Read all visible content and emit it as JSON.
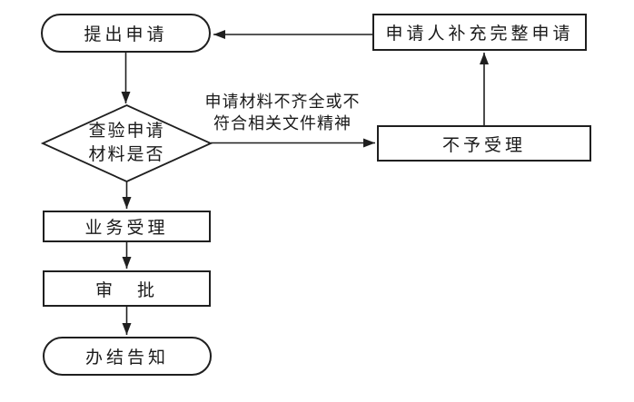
{
  "nodes": {
    "start": {
      "label": "提出申请",
      "type": "terminator"
    },
    "supplement": {
      "label": "申请人补充完整申请",
      "type": "process"
    },
    "check": {
      "line1": "查验申请",
      "line2": "材料是否",
      "type": "decision"
    },
    "reject": {
      "label": "不予受理",
      "type": "process"
    },
    "accept": {
      "label": "业务受理",
      "type": "process"
    },
    "approve": {
      "label": "审　批",
      "type": "process"
    },
    "notify": {
      "label": "办结告知",
      "type": "terminator"
    }
  },
  "edge_labels": {
    "incomplete": {
      "line1": "申请材料不齐全或不",
      "line2": "符合相关文件精神"
    }
  },
  "edges": [
    {
      "from": "start",
      "to": "check"
    },
    {
      "from": "check",
      "to": "reject",
      "label": "incomplete"
    },
    {
      "from": "check",
      "to": "accept"
    },
    {
      "from": "accept",
      "to": "approve"
    },
    {
      "from": "approve",
      "to": "notify"
    },
    {
      "from": "reject",
      "to": "supplement"
    },
    {
      "from": "supplement",
      "to": "start"
    }
  ],
  "colors": {
    "line": "#1f1f1f",
    "text": "#1a1a1a",
    "background": "#ffffff"
  }
}
